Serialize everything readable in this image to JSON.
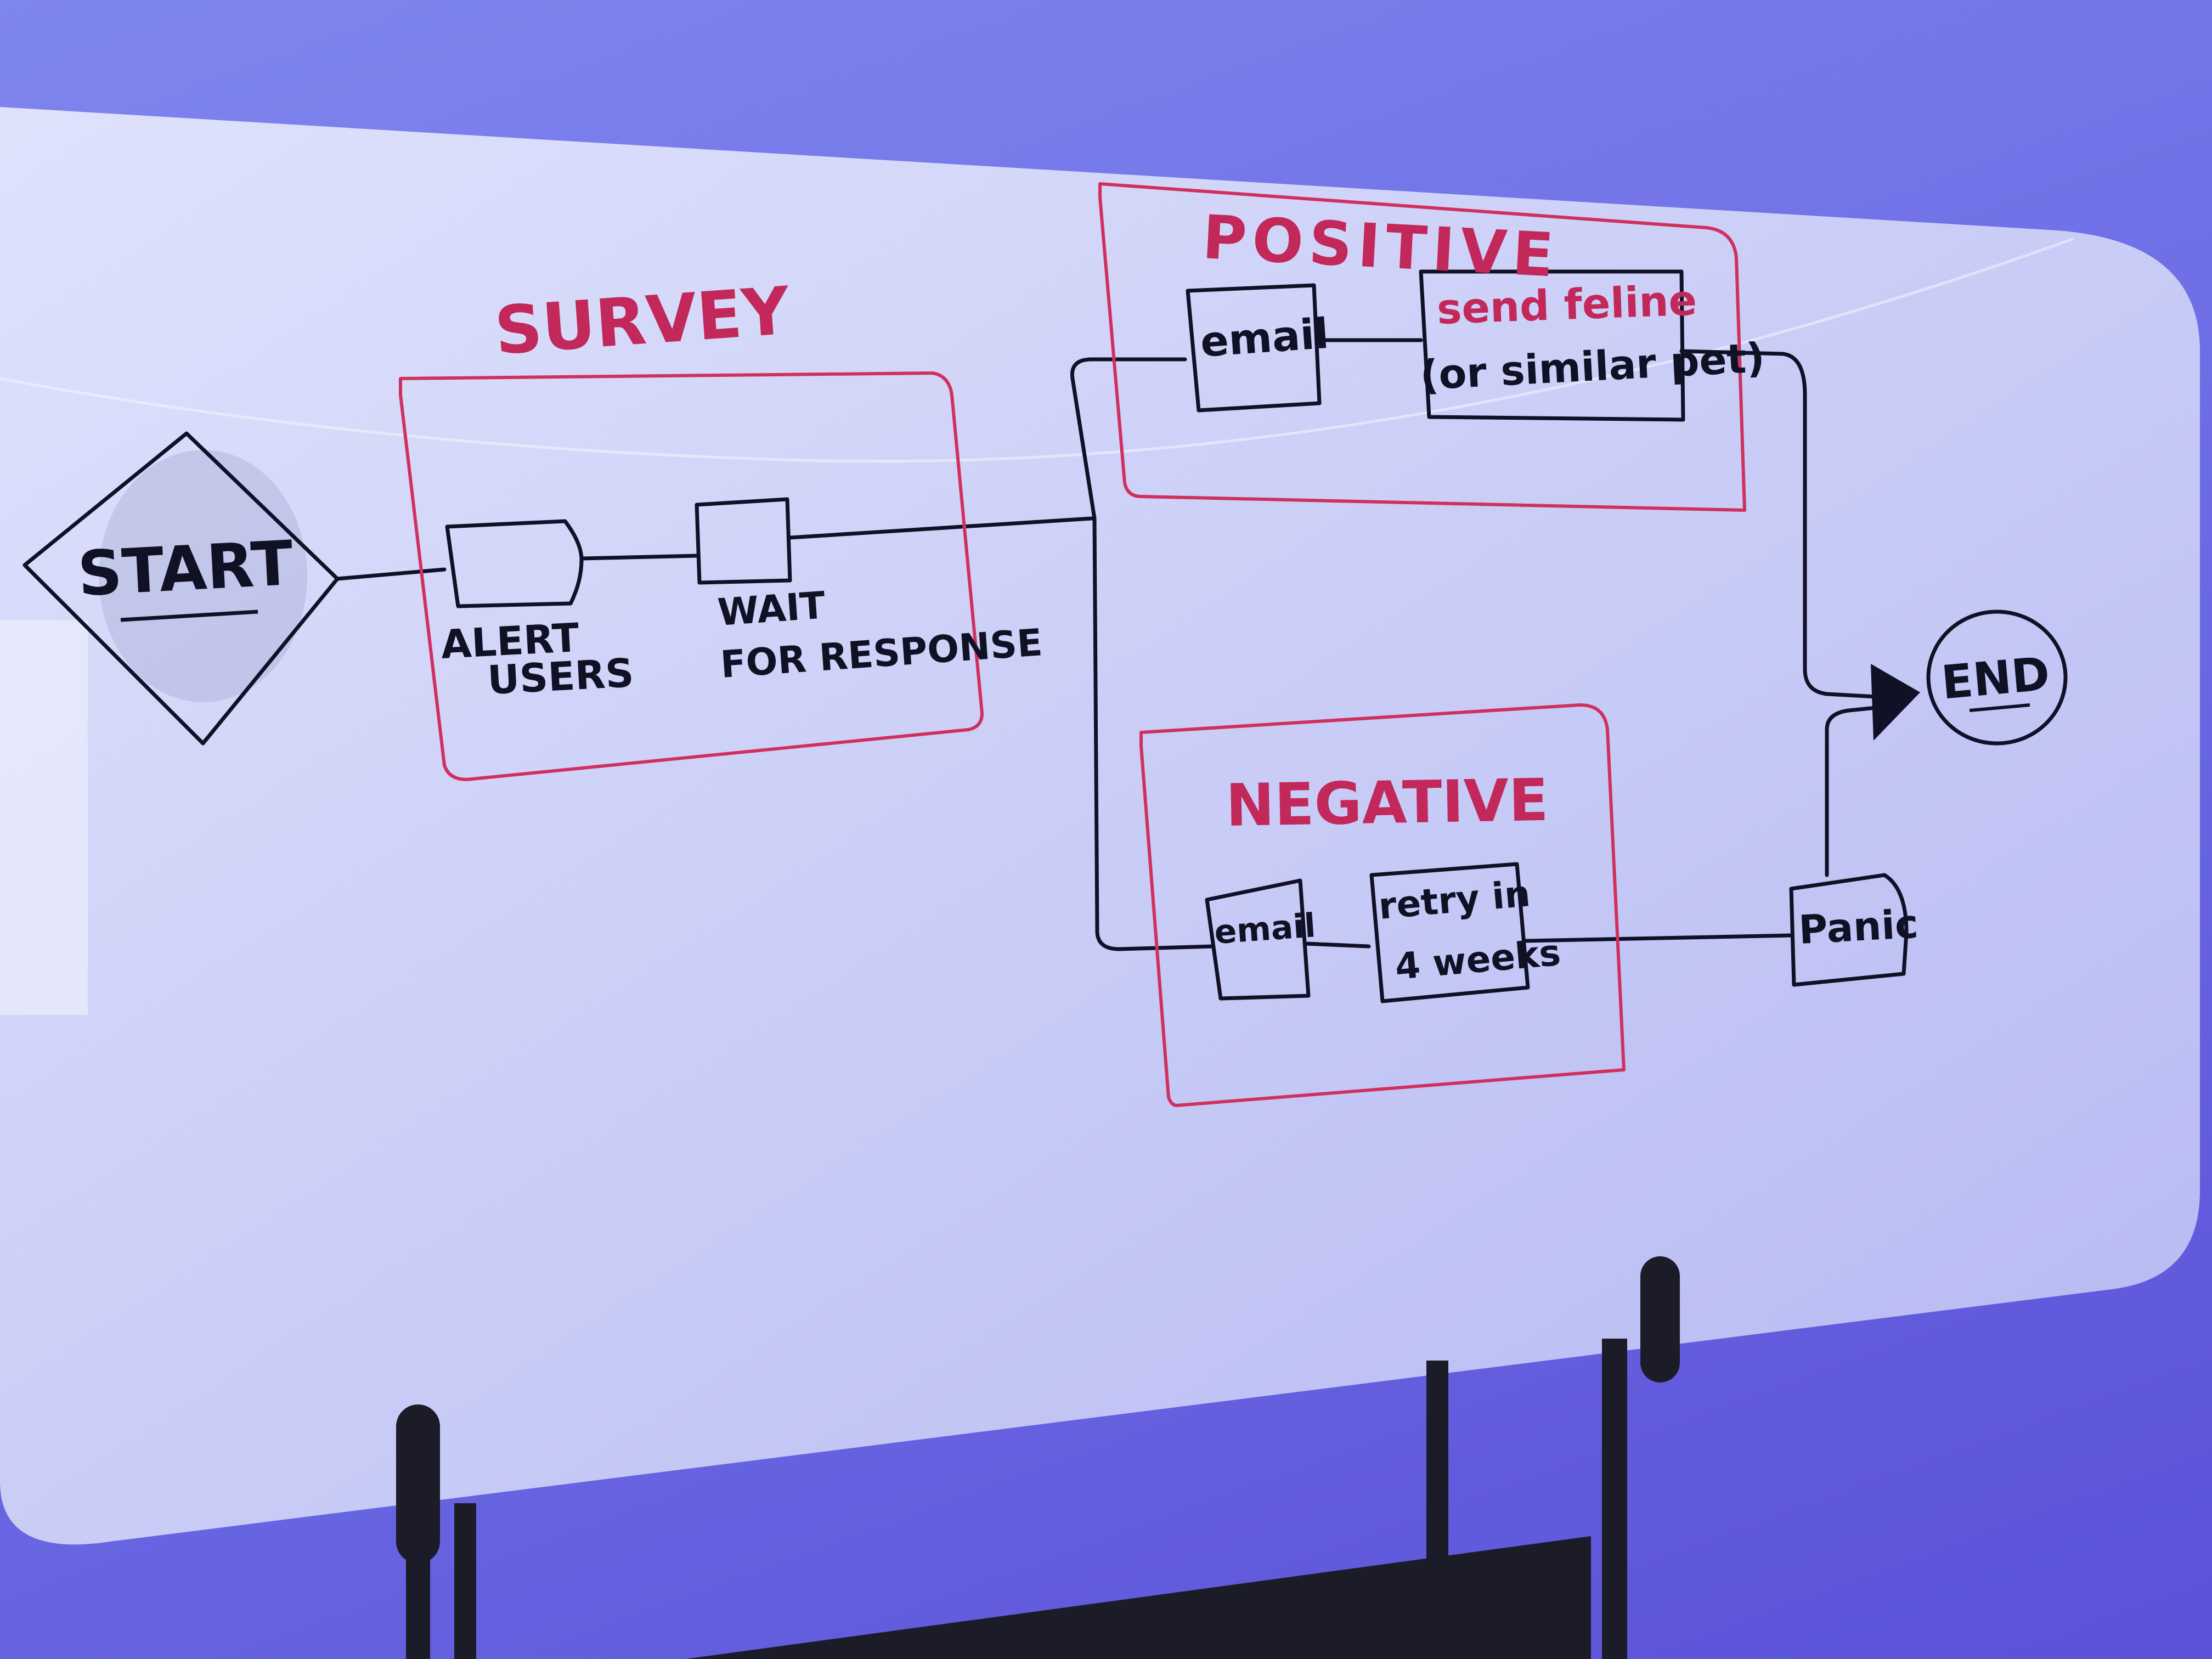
{
  "colors": {
    "wall": "#7276ea",
    "board": "#e4e7fb",
    "group_outline": "#d0305e",
    "ink": "#101026",
    "stand": "#1a1a24"
  },
  "diagram": {
    "start": "START",
    "end": "END",
    "groups": {
      "survey": {
        "title": "SURVEY",
        "steps": {
          "alert_users": [
            "ALERT",
            "USERS"
          ],
          "wait_for_response": [
            "WAIT",
            "FOR RESPONSE"
          ]
        }
      },
      "positive": {
        "title": "POSITIVE",
        "steps": {
          "email": "email",
          "send_feline": [
            "send feline",
            "(or similar pet)"
          ]
        }
      },
      "negative": {
        "title": "NEGATIVE",
        "steps": {
          "email": "email",
          "retry": [
            "retry in",
            "4 weeks"
          ]
        }
      }
    },
    "panic": "Panic"
  }
}
